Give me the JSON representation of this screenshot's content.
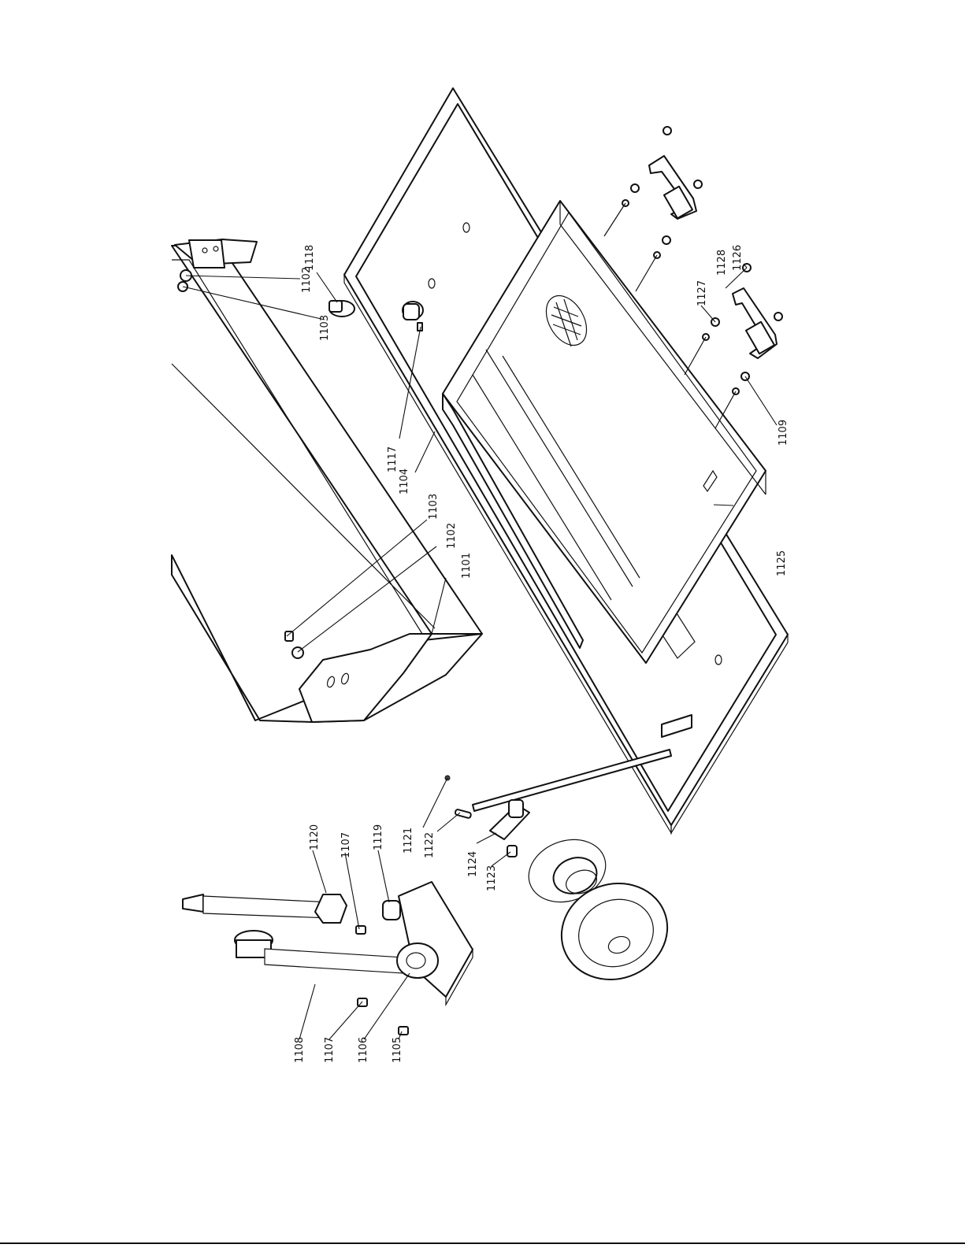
{
  "callouts": [
    {
      "id": "c1101",
      "text": "1101"
    },
    {
      "id": "c1102a",
      "text": "1102"
    },
    {
      "id": "c1102b",
      "text": "1102"
    },
    {
      "id": "c1103a",
      "text": "1103"
    },
    {
      "id": "c1103b",
      "text": "1103"
    },
    {
      "id": "c1104",
      "text": "1104"
    },
    {
      "id": "c1105",
      "text": "1105"
    },
    {
      "id": "c1106",
      "text": "1106"
    },
    {
      "id": "c1107a",
      "text": "1107"
    },
    {
      "id": "c1107b",
      "text": "1107"
    },
    {
      "id": "c1108",
      "text": "1108"
    },
    {
      "id": "c1109",
      "text": "1109"
    },
    {
      "id": "c1117",
      "text": "1117"
    },
    {
      "id": "c1118",
      "text": "1118"
    },
    {
      "id": "c1119",
      "text": "1119"
    },
    {
      "id": "c1120",
      "text": "1120"
    },
    {
      "id": "c1121",
      "text": "1121"
    },
    {
      "id": "c1122",
      "text": "1122"
    },
    {
      "id": "c1123",
      "text": "1123"
    },
    {
      "id": "c1124",
      "text": "1124"
    },
    {
      "id": "c1125",
      "text": "1125"
    },
    {
      "id": "c1126",
      "text": "1126"
    },
    {
      "id": "c1127",
      "text": "1127"
    },
    {
      "id": "c1128",
      "text": "1128"
    }
  ]
}
